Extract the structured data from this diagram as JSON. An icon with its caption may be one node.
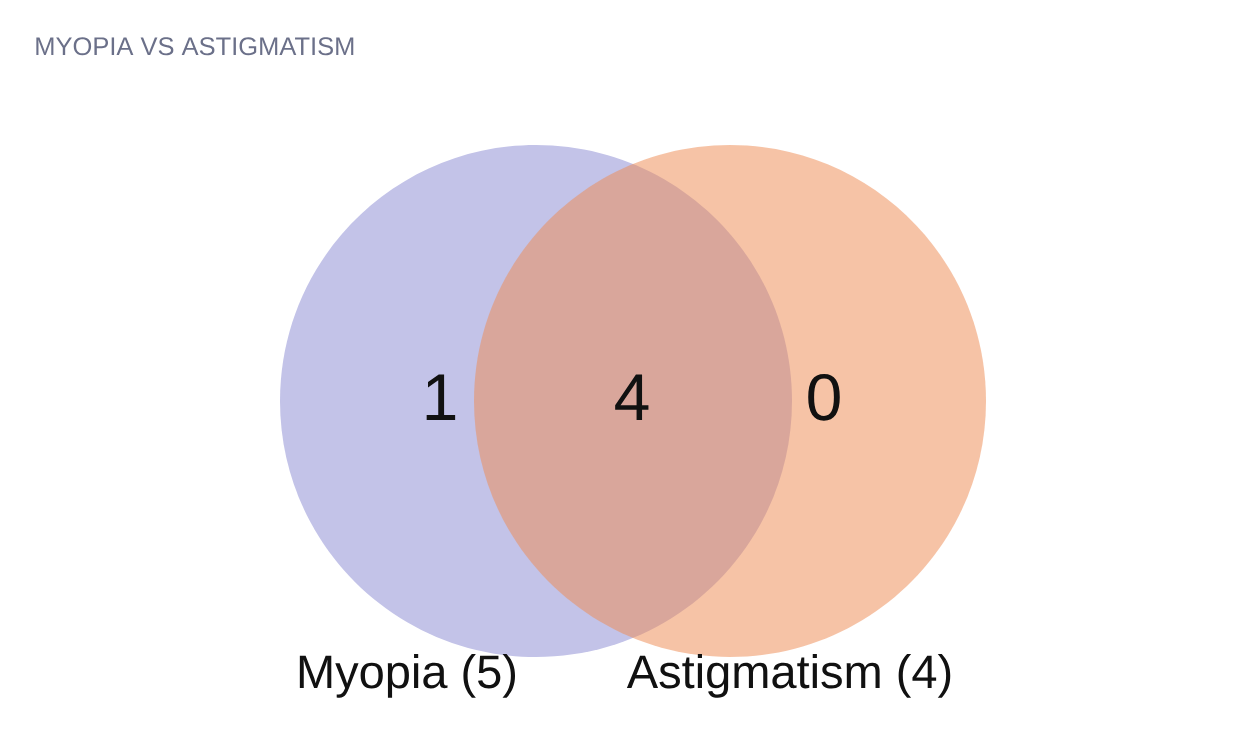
{
  "diagram": {
    "title": "MYOPIA VS ASTIGMATISM",
    "nodes": [
      {
        "text": [
          "1",
          "Myopia (5)"
        ]
      },
      {
        "text": [
          "0",
          "Astigmatism (4)"
        ]
      }
    ],
    "labels": [
      "4"
    ]
  }
}
